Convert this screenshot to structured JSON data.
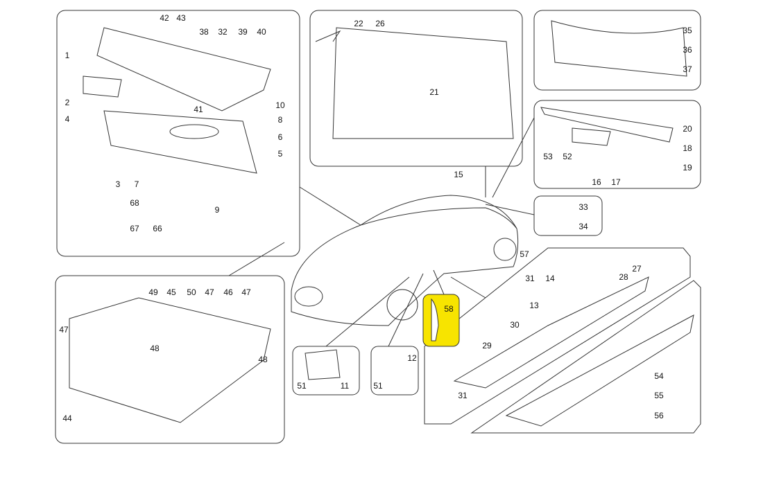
{
  "diagram": {
    "highlight_color": "#f7e400",
    "highlighted_part": "58",
    "callouts": [
      "1",
      "42",
      "43",
      "38",
      "32",
      "39",
      "40",
      "2",
      "41",
      "10",
      "4",
      "8",
      "6",
      "5",
      "3",
      "7",
      "68",
      "9",
      "67",
      "66",
      "22",
      "26",
      "21",
      "15",
      "35",
      "36",
      "37",
      "20",
      "18",
      "53",
      "52",
      "19",
      "16",
      "17",
      "33",
      "34",
      "57",
      "27",
      "28",
      "31",
      "14",
      "13",
      "30",
      "29",
      "31",
      "54",
      "55",
      "56",
      "58",
      "49",
      "45",
      "50",
      "47",
      "46",
      "47",
      "47",
      "48",
      "48",
      "44",
      "51",
      "11",
      "51",
      "12"
    ]
  }
}
